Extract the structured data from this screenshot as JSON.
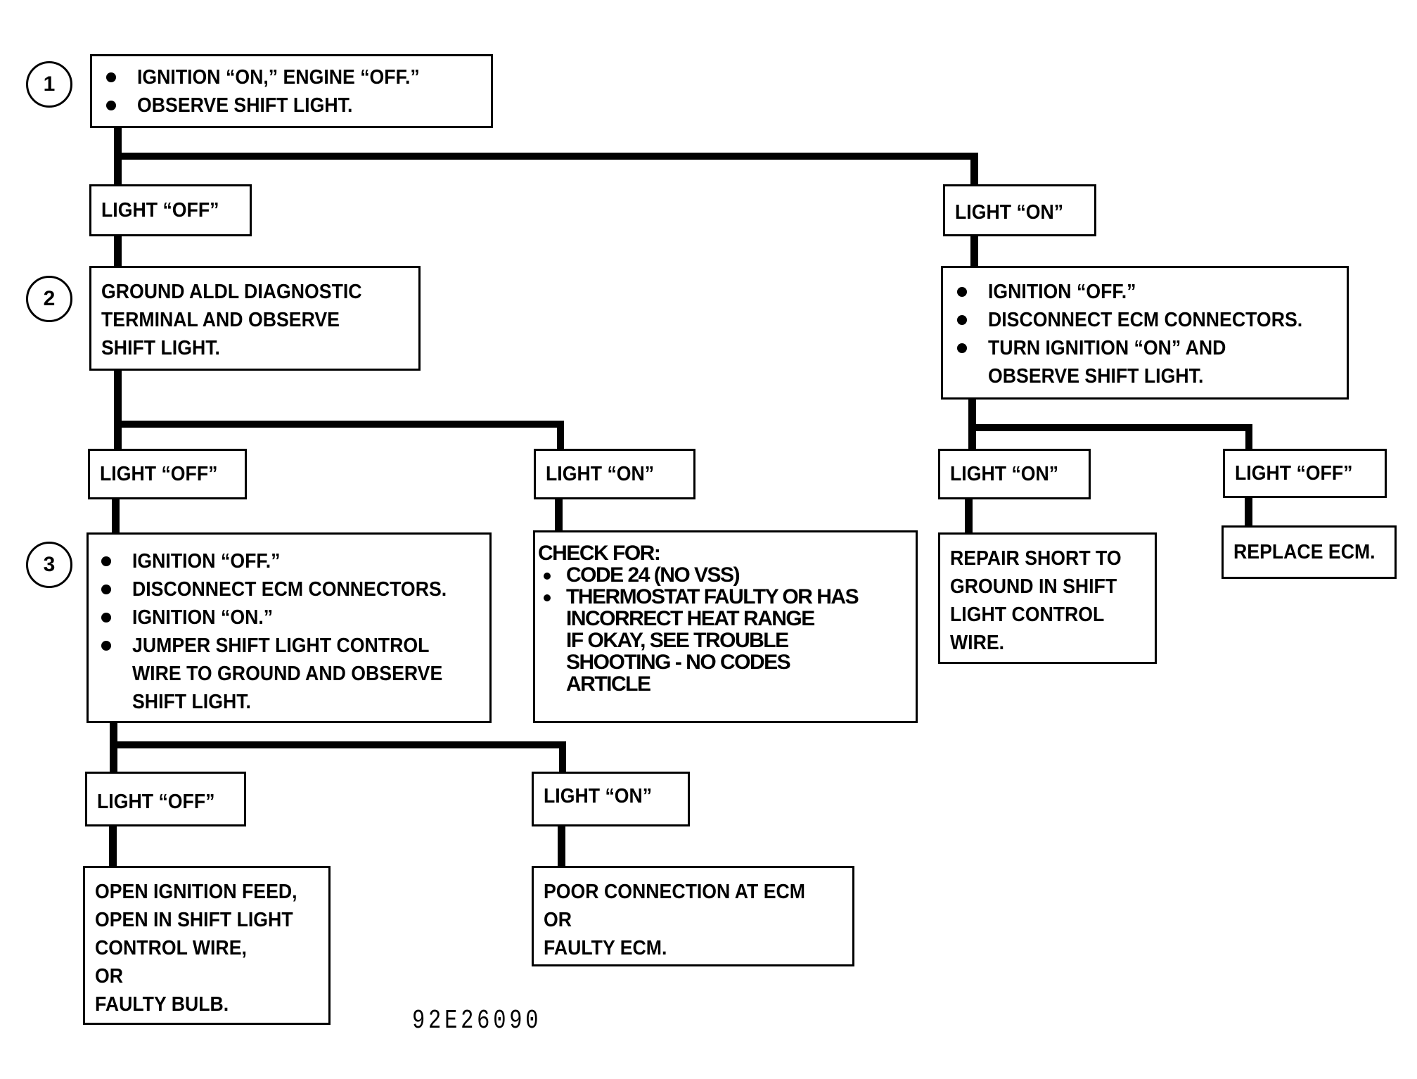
{
  "diagram": {
    "type": "diagnostic-flowchart",
    "figure_id": "92E26090",
    "steps": [
      {
        "number": "1"
      },
      {
        "number": "2"
      },
      {
        "number": "3"
      }
    ],
    "nodes": {
      "step1": {
        "bullets": [
          "IGNITION “ON,”  ENGINE “OFF.”",
          "OBSERVE SHIFT LIGHT."
        ]
      },
      "l1_off": {
        "label": "LIGHT “OFF”"
      },
      "l1_on": {
        "label": "LIGHT “ON”"
      },
      "step2": {
        "lines": [
          "GROUND ALDL DIAGNOSTIC",
          "TERMINAL AND OBSERVE",
          "SHIFT LIGHT."
        ]
      },
      "right_check": {
        "bullets": [
          "IGNITION “OFF.”",
          "DISCONNECT ECM CONNECTORS.",
          "TURN IGNITION “ON” AND"
        ],
        "continuation": "OBSERVE SHIFT LIGHT."
      },
      "l2_off": {
        "label": "LIGHT “OFF”"
      },
      "l2_on": {
        "label": "LIGHT “ON”"
      },
      "r_on": {
        "label": "LIGHT “ON”"
      },
      "r_off": {
        "label": "LIGHT “OFF”"
      },
      "step3": {
        "bullets": [
          "IGNITION “OFF.”",
          "DISCONNECT ECM CONNECTORS.",
          "IGNITION “ON.”",
          "JUMPER SHIFT LIGHT CONTROL"
        ],
        "continuation": [
          "WIRE TO GROUND AND OBSERVE",
          "SHIFT LIGHT."
        ]
      },
      "check_for": {
        "heading": "CHECK FOR:",
        "items": [
          "CODE 24 (NO VSS)",
          "THERMOSTAT FAULTY OR HAS"
        ],
        "continuation": [
          "INCORRECT HEAT RANGE",
          "IF OKAY, SEE TROUBLE",
          "SHOOTING  -  NO CODES",
          "ARTICLE"
        ]
      },
      "repair_short": {
        "lines": [
          "REPAIR SHORT TO",
          "GROUND IN SHIFT",
          "LIGHT CONTROL",
          "WIRE."
        ]
      },
      "replace_ecm": {
        "label": "REPLACE ECM."
      },
      "l3_off": {
        "label": "LIGHT “OFF”"
      },
      "l3_on": {
        "label": "LIGHT “ON”"
      },
      "open_feed": {
        "lines": [
          "OPEN IGNITION FEED,",
          "OPEN IN SHIFT LIGHT",
          "CONTROL WIRE,",
          "OR",
          "FAULTY BULB."
        ]
      },
      "poor_connection": {
        "lines": [
          "POOR CONNECTION AT ECM",
          "OR",
          "FAULTY ECM."
        ]
      }
    }
  }
}
